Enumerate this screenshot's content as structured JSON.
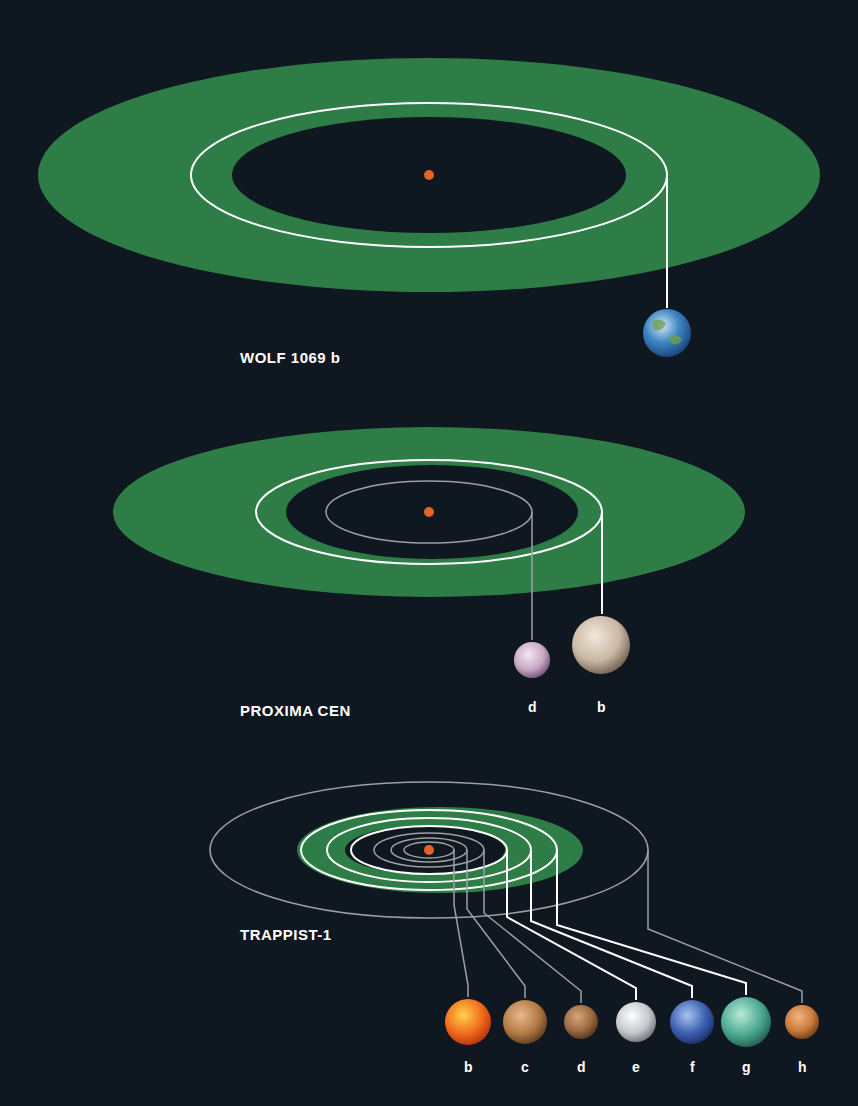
{
  "diagram": {
    "labels": [
      "WOLF 1069 b",
      "PROXIMA CEN",
      "d",
      "b",
      "TRAPPIST-1",
      "b",
      "c",
      "d",
      "e",
      "f",
      "g",
      "h"
    ]
  }
}
